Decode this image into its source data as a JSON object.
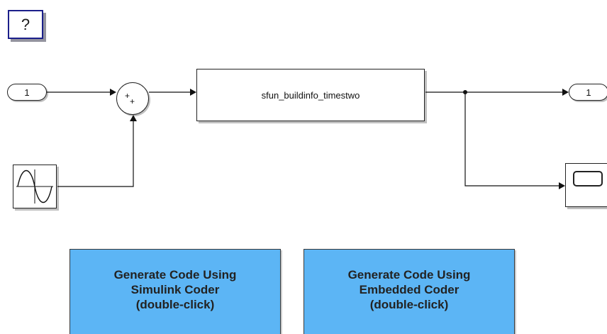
{
  "help": {
    "label": "?"
  },
  "inport": {
    "label": "1"
  },
  "outport": {
    "label": "1"
  },
  "sum": {
    "sign_top": "+",
    "sign_bottom": "+"
  },
  "sfunction": {
    "label": "sfun_buildinfo_timestwo"
  },
  "buttons": [
    {
      "line1": "Generate Code Using",
      "line2": "Simulink Coder",
      "line3": "(double-click)"
    },
    {
      "line1": "Generate Code Using",
      "line2": "Embedded Coder",
      "line3": "(double-click)"
    }
  ],
  "colors": {
    "button_fill": "#5cb5f5",
    "help_border": "#1b1f8a",
    "wire": "#111111"
  }
}
